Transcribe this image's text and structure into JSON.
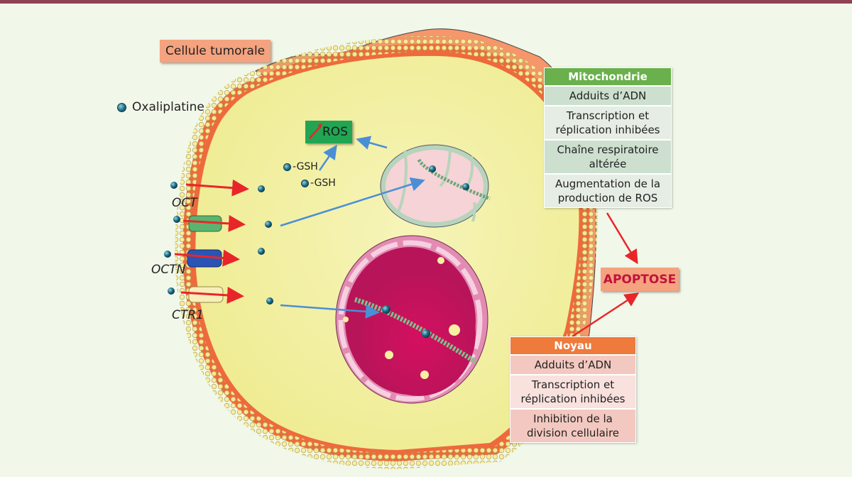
{
  "figure": {
    "cell_label": "Cellule tumorale",
    "legend": {
      "icon": "oxaliplatin-molecule-icon",
      "label": "Oxaliplatine"
    },
    "ros_box": {
      "label": "ROS",
      "indicator": "increase-arrow-icon"
    },
    "gsh_labels": [
      "-GSH",
      "-GSH"
    ],
    "transporters": [
      "OCT",
      "OCTN",
      "CTR1"
    ],
    "mitochondria_box": {
      "title": "Mitochondrie",
      "rows": [
        "Adduits d’ADN",
        "Transcription et réplication inhibées",
        "Chaîne respiratoire altérée",
        "Augmentation de la production de ROS"
      ]
    },
    "nucleus_box": {
      "title": "Noyau",
      "rows": [
        "Adduits d’ADN",
        "Transcription et réplication inhibées",
        "Inhibition de la division cellulaire"
      ]
    },
    "outcome": "APOPTOSE"
  },
  "colors": {
    "background": "#f1f7e9",
    "top_bar": "#8e4253",
    "cytoplasm": "#f3f0a0",
    "membrane": "#ee6a3c",
    "outer_cell": "#f5976a",
    "mito_header": "#6ab04c",
    "nucleus_header": "#ee7a3c",
    "ros_box": "#21a552",
    "apoptosis_text": "#c0123c",
    "red_arrow": "#e8262a",
    "blue_arrow": "#4a8fd6"
  }
}
